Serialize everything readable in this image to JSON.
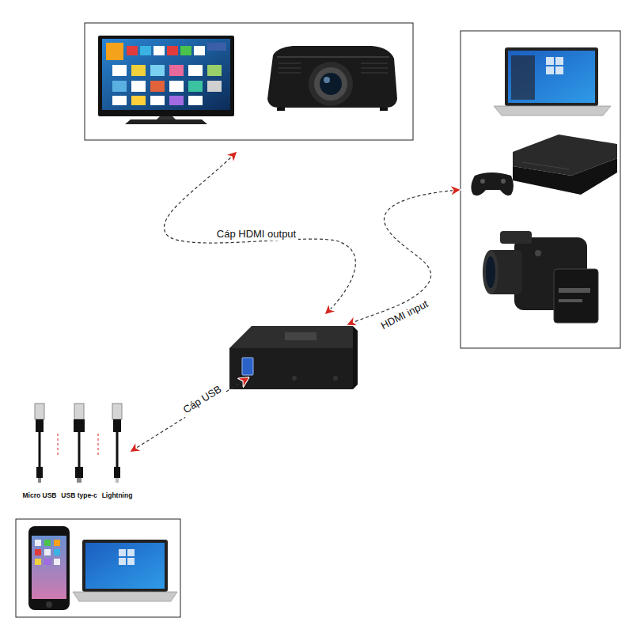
{
  "diagram": {
    "labels": [
      "Cáp HDMI output",
      "HDMI input",
      "Cáp USB",
      "Micro USB",
      "USB type-c",
      "Lightning"
    ]
  }
}
